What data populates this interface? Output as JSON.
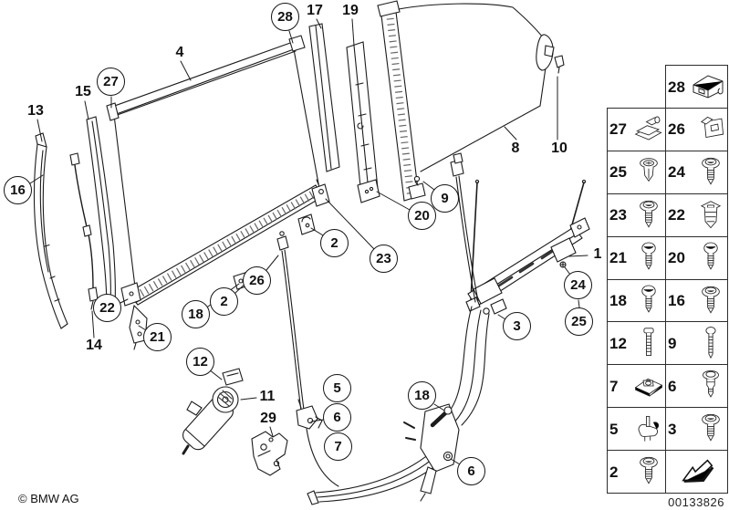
{
  "footer": {
    "copyright": "© BMW AG"
  },
  "diagram_number": "00133826",
  "callouts": {
    "c28": "28",
    "c27": "27",
    "c16": "16",
    "c22": "22",
    "c21": "21",
    "c18_rail": "18",
    "c2_rail_left": "2",
    "c26": "26",
    "c2_rail_right": "2",
    "c23": "23",
    "c20": "20",
    "c9": "9",
    "c12": "12",
    "c5": "5",
    "c6_cable": "6",
    "c7": "7",
    "c18_tensioner": "18",
    "c6_tensioner": "6",
    "c3": "3",
    "c24": "24",
    "c25": "25",
    "p13": "13",
    "p15": "15",
    "p4": "4",
    "p17": "17",
    "p19": "19",
    "p8": "8",
    "p10": "10",
    "p14": "14",
    "p11": "11",
    "p29": "29",
    "p1": "1"
  },
  "fastener_panel": {
    "cell_28": {
      "label": "28",
      "icon": "clip-block"
    },
    "rows": [
      {
        "left": {
          "label": "27",
          "icon": "clip-hinge"
        },
        "right": {
          "label": "26",
          "icon": "clip-plate"
        }
      },
      {
        "left": {
          "label": "25",
          "icon": "expanding-rivet"
        },
        "right": {
          "label": "24",
          "icon": "screw-washer"
        }
      },
      {
        "left": {
          "label": "23",
          "icon": "screw-washer"
        },
        "right": {
          "label": "22",
          "icon": "expanding-nut"
        }
      },
      {
        "left": {
          "label": "21",
          "icon": "screw-pan"
        },
        "right": {
          "label": "20",
          "icon": "screw-pan"
        }
      },
      {
        "left": {
          "label": "18",
          "icon": "screw-pan"
        },
        "right": {
          "label": "16",
          "icon": "screw-washer"
        }
      },
      {
        "left": {
          "label": "12",
          "icon": "bolt-long"
        },
        "right": {
          "label": "9",
          "icon": "screw-long"
        }
      },
      {
        "left": {
          "label": "7",
          "icon": "clip-nut"
        },
        "right": {
          "label": "6",
          "icon": "screw-collar"
        }
      },
      {
        "left": {
          "label": "5",
          "icon": "stud-clip"
        },
        "right": {
          "label": "3",
          "icon": "screw-washer"
        }
      },
      {
        "left": {
          "label": "2",
          "icon": "screw-washer"
        },
        "right": {
          "label": "",
          "icon": "arrow-prev"
        }
      }
    ]
  }
}
